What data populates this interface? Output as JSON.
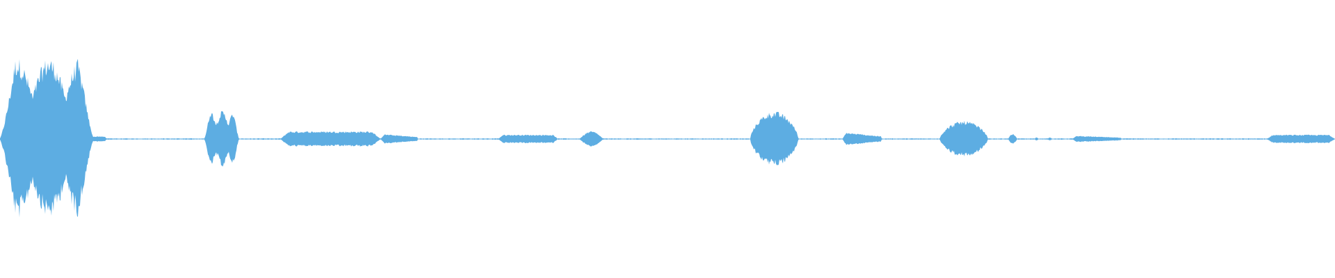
{
  "waveform": {
    "color": "#5dade2",
    "background": "#ffffff",
    "noise_level": 0.006,
    "segments": [
      {
        "start": 0.0,
        "end": 0.07,
        "peak": 0.95,
        "shape": "bursts"
      },
      {
        "start": 0.065,
        "end": 0.08,
        "peak": 0.03,
        "shape": "flat"
      },
      {
        "start": 0.153,
        "end": 0.179,
        "peak": 0.33,
        "shape": "bursts"
      },
      {
        "start": 0.21,
        "end": 0.285,
        "peak": 0.09,
        "shape": "flat"
      },
      {
        "start": 0.285,
        "end": 0.313,
        "peak": 0.06,
        "shape": "taper"
      },
      {
        "start": 0.373,
        "end": 0.418,
        "peak": 0.05,
        "shape": "flat"
      },
      {
        "start": 0.434,
        "end": 0.452,
        "peak": 0.09,
        "shape": "bump"
      },
      {
        "start": 0.562,
        "end": 0.598,
        "peak": 0.32,
        "shape": "swell"
      },
      {
        "start": 0.631,
        "end": 0.66,
        "peak": 0.08,
        "shape": "taper"
      },
      {
        "start": 0.704,
        "end": 0.74,
        "peak": 0.21,
        "shape": "swell"
      },
      {
        "start": 0.755,
        "end": 0.762,
        "peak": 0.06,
        "shape": "bump"
      },
      {
        "start": 0.775,
        "end": 0.778,
        "peak": 0.02,
        "shape": "bump"
      },
      {
        "start": 0.785,
        "end": 0.788,
        "peak": 0.02,
        "shape": "bump"
      },
      {
        "start": 0.803,
        "end": 0.84,
        "peak": 0.04,
        "shape": "taper"
      },
      {
        "start": 0.949,
        "end": 1.0,
        "peak": 0.05,
        "shape": "flat"
      }
    ]
  }
}
